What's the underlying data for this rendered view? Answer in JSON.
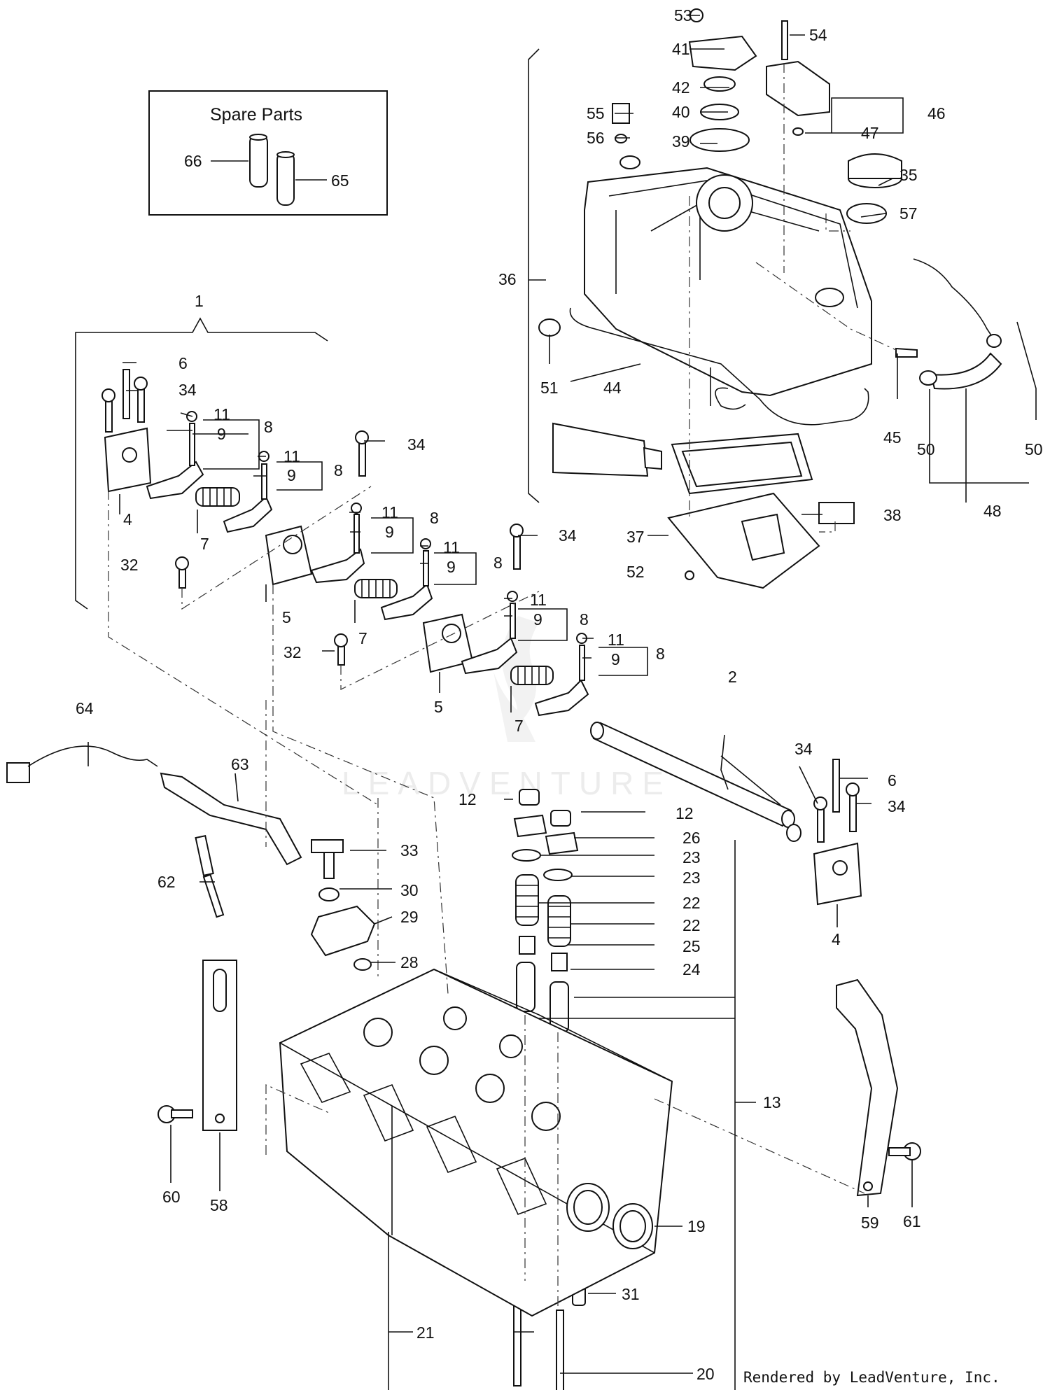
{
  "spare_parts": {
    "title": "Spare Parts",
    "items": [
      "66",
      "65"
    ]
  },
  "watermark": "LEADVENTURE",
  "credit": "Rendered by LeadVenture, Inc.",
  "callouts": {
    "c1": "1",
    "c2": "2",
    "c4a": "4",
    "c4b": "4",
    "c5a": "5",
    "c5b": "5",
    "c6a": "6",
    "c6b": "6",
    "c7a": "7",
    "c7b": "7",
    "c7c": "7",
    "c8a": "8",
    "c8b": "8",
    "c8c": "8",
    "c8d": "8",
    "c8e": "8",
    "c8f": "8",
    "c9a": "9",
    "c9b": "9",
    "c9c": "9",
    "c9d": "9",
    "c9e": "9",
    "c9f": "9",
    "c11a": "11",
    "c11b": "11",
    "c11c": "11",
    "c11d": "11",
    "c11e": "11",
    "c11f": "11",
    "c12a": "12",
    "c12b": "12",
    "c13": "13",
    "c19": "19",
    "c20": "20",
    "c21": "21",
    "c22a": "22",
    "c22b": "22",
    "c23a": "23",
    "c23b": "23",
    "c24": "24",
    "c25": "25",
    "c26": "26",
    "c28": "28",
    "c29": "29",
    "c30": "30",
    "c31": "31",
    "c32a": "32",
    "c32b": "32",
    "c33": "33",
    "c34a": "34",
    "c34b": "34",
    "c34c": "34",
    "c34d": "34",
    "c34e": "34",
    "c35": "35",
    "c36": "36",
    "c37": "37",
    "c38": "38",
    "c39": "39",
    "c40": "40",
    "c41": "41",
    "c42": "42",
    "c44": "44",
    "c45": "45",
    "c46": "46",
    "c47": "47",
    "c48": "48",
    "c50a": "50",
    "c50b": "50",
    "c51": "51",
    "c52": "52",
    "c53": "53",
    "c54": "54",
    "c55": "55",
    "c56": "56",
    "c57": "57",
    "c58": "58",
    "c59": "59",
    "c60": "60",
    "c61": "61",
    "c62": "62",
    "c63": "63",
    "c64": "64",
    "c65": "65",
    "c66": "66"
  }
}
